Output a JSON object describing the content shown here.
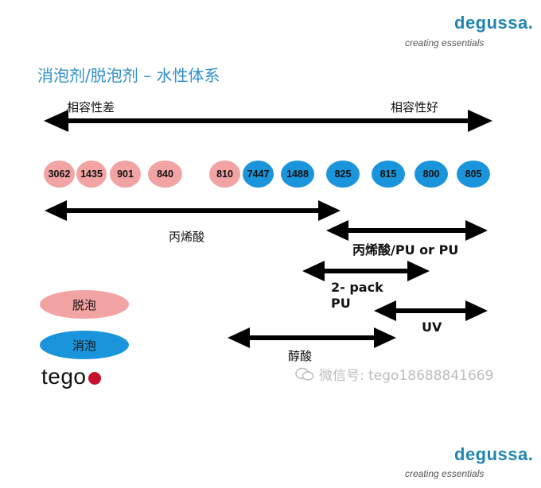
{
  "header": {
    "brand": "degussa.",
    "tagline": "creating essentials"
  },
  "footer": {
    "brand": "degussa.",
    "tagline": "creating essentials"
  },
  "title": "消泡剂/脱泡剂 – 水性体系",
  "compat_scale": {
    "left_label": "相容性差",
    "right_label": "相容性好"
  },
  "products": [
    {
      "code": "3062",
      "type": "defoamer"
    },
    {
      "code": "1435",
      "type": "defoamer"
    },
    {
      "code": "901",
      "type": "defoamer"
    },
    {
      "code": "840",
      "type": "defoamer"
    },
    {
      "code": "810",
      "type": "defoamer"
    },
    {
      "code": "7447",
      "type": "antifoam"
    },
    {
      "code": "1488",
      "type": "antifoam"
    },
    {
      "code": "825",
      "type": "antifoam"
    },
    {
      "code": "815",
      "type": "antifoam"
    },
    {
      "code": "800",
      "type": "antifoam"
    },
    {
      "code": "805",
      "type": "antifoam"
    }
  ],
  "ranges": [
    {
      "label": "丙烯酸"
    },
    {
      "label": "丙烯酸/PU or PU"
    },
    {
      "label": "2- pack",
      "label2": "PU"
    },
    {
      "label": "UV"
    },
    {
      "label": "醇酸"
    }
  ],
  "legend": {
    "defoamer": "脱泡",
    "antifoam": "消泡"
  },
  "logo": "tego",
  "watermark": "微信号: tego18688841669",
  "colors": {
    "defoamer": "#f2a3a3",
    "antifoam": "#1a95db",
    "title": "#2f8fc8",
    "brand": "#1f86b0"
  }
}
